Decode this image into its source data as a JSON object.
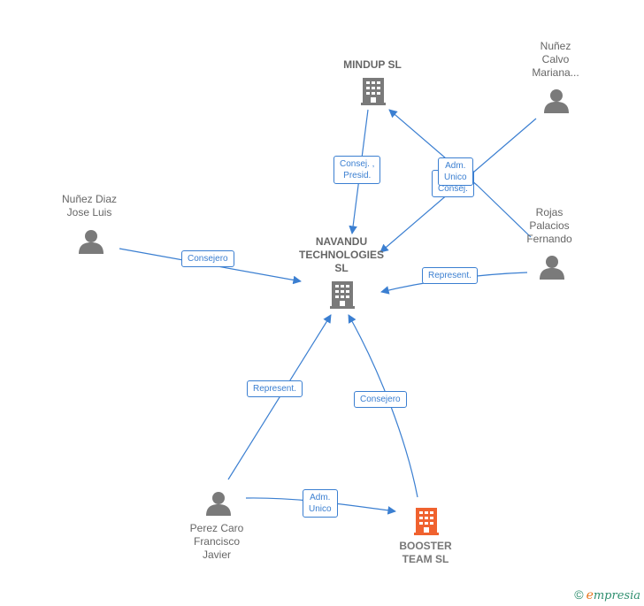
{
  "colors": {
    "edge": "#3b7fd1",
    "person": "#7a7a7a",
    "company": "#7a7a7a",
    "highlight_company": "#f0622f"
  },
  "nodes": {
    "mindup": {
      "label": "MINDUP  SL",
      "type": "company-icon"
    },
    "navandu": {
      "label": "NAVANDU\nTECHNOLOGIES\nSL",
      "type": "company-icon"
    },
    "booster": {
      "label": "BOOSTER\nTEAM  SL",
      "type": "company-icon"
    },
    "nunez_calvo": {
      "label": "Nuñez\nCalvo\nMariana...",
      "type": "person-icon"
    },
    "nunez_diaz": {
      "label": "Nuñez Diaz\nJose Luis",
      "type": "person-icon"
    },
    "rojas": {
      "label": "Rojas\nPalacios\nFernando",
      "type": "person-icon"
    },
    "perez": {
      "label": "Perez Caro\nFrancisco\nJavier",
      "type": "person-icon"
    }
  },
  "edges": {
    "mindup_navandu": "Consej. ,\nPresid.",
    "nunez_calvo_mindup": "Adm.\nUnico",
    "nunez_calvo_navandu": "Consej.",
    "nunez_diaz_navandu": "Consejero",
    "rojas_navandu": "Represent.",
    "perez_navandu": "Represent.",
    "booster_navandu": "Consejero",
    "perez_booster": "Adm.\nUnico"
  },
  "footer": {
    "copyright": "©",
    "brand_first": "e",
    "brand_rest": "mpresia"
  }
}
